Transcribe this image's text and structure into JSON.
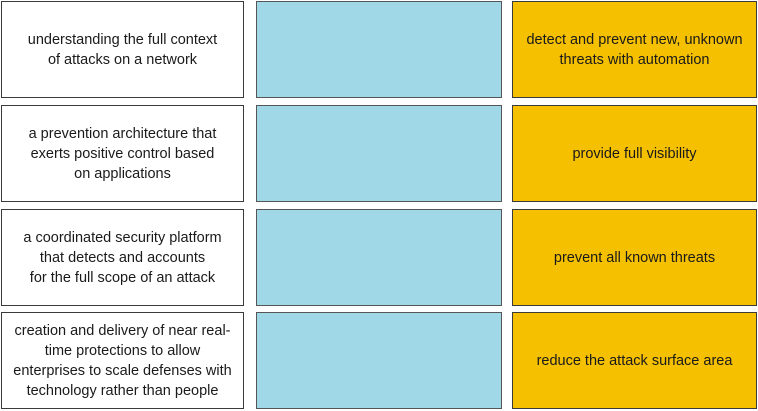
{
  "items": [
    "understanding the full context\nof attacks on a network",
    "a prevention architecture that\nexerts positive control based\non applications",
    "a coordinated security platform\nthat detects and accounts\nfor the full scope of an attack",
    "creation and delivery of near real-\ntime protections to allow\nenterprises to scale defenses with\ntechnology rather than people"
  ],
  "targets": [
    "detect and prevent new, unknown\nthreats with automation",
    "provide full visibility",
    "prevent all known threats",
    "reduce the attack surface area"
  ],
  "colors": {
    "drop_zone": "#a0d8e8",
    "target": "#f5c000",
    "item": "#ffffff"
  }
}
